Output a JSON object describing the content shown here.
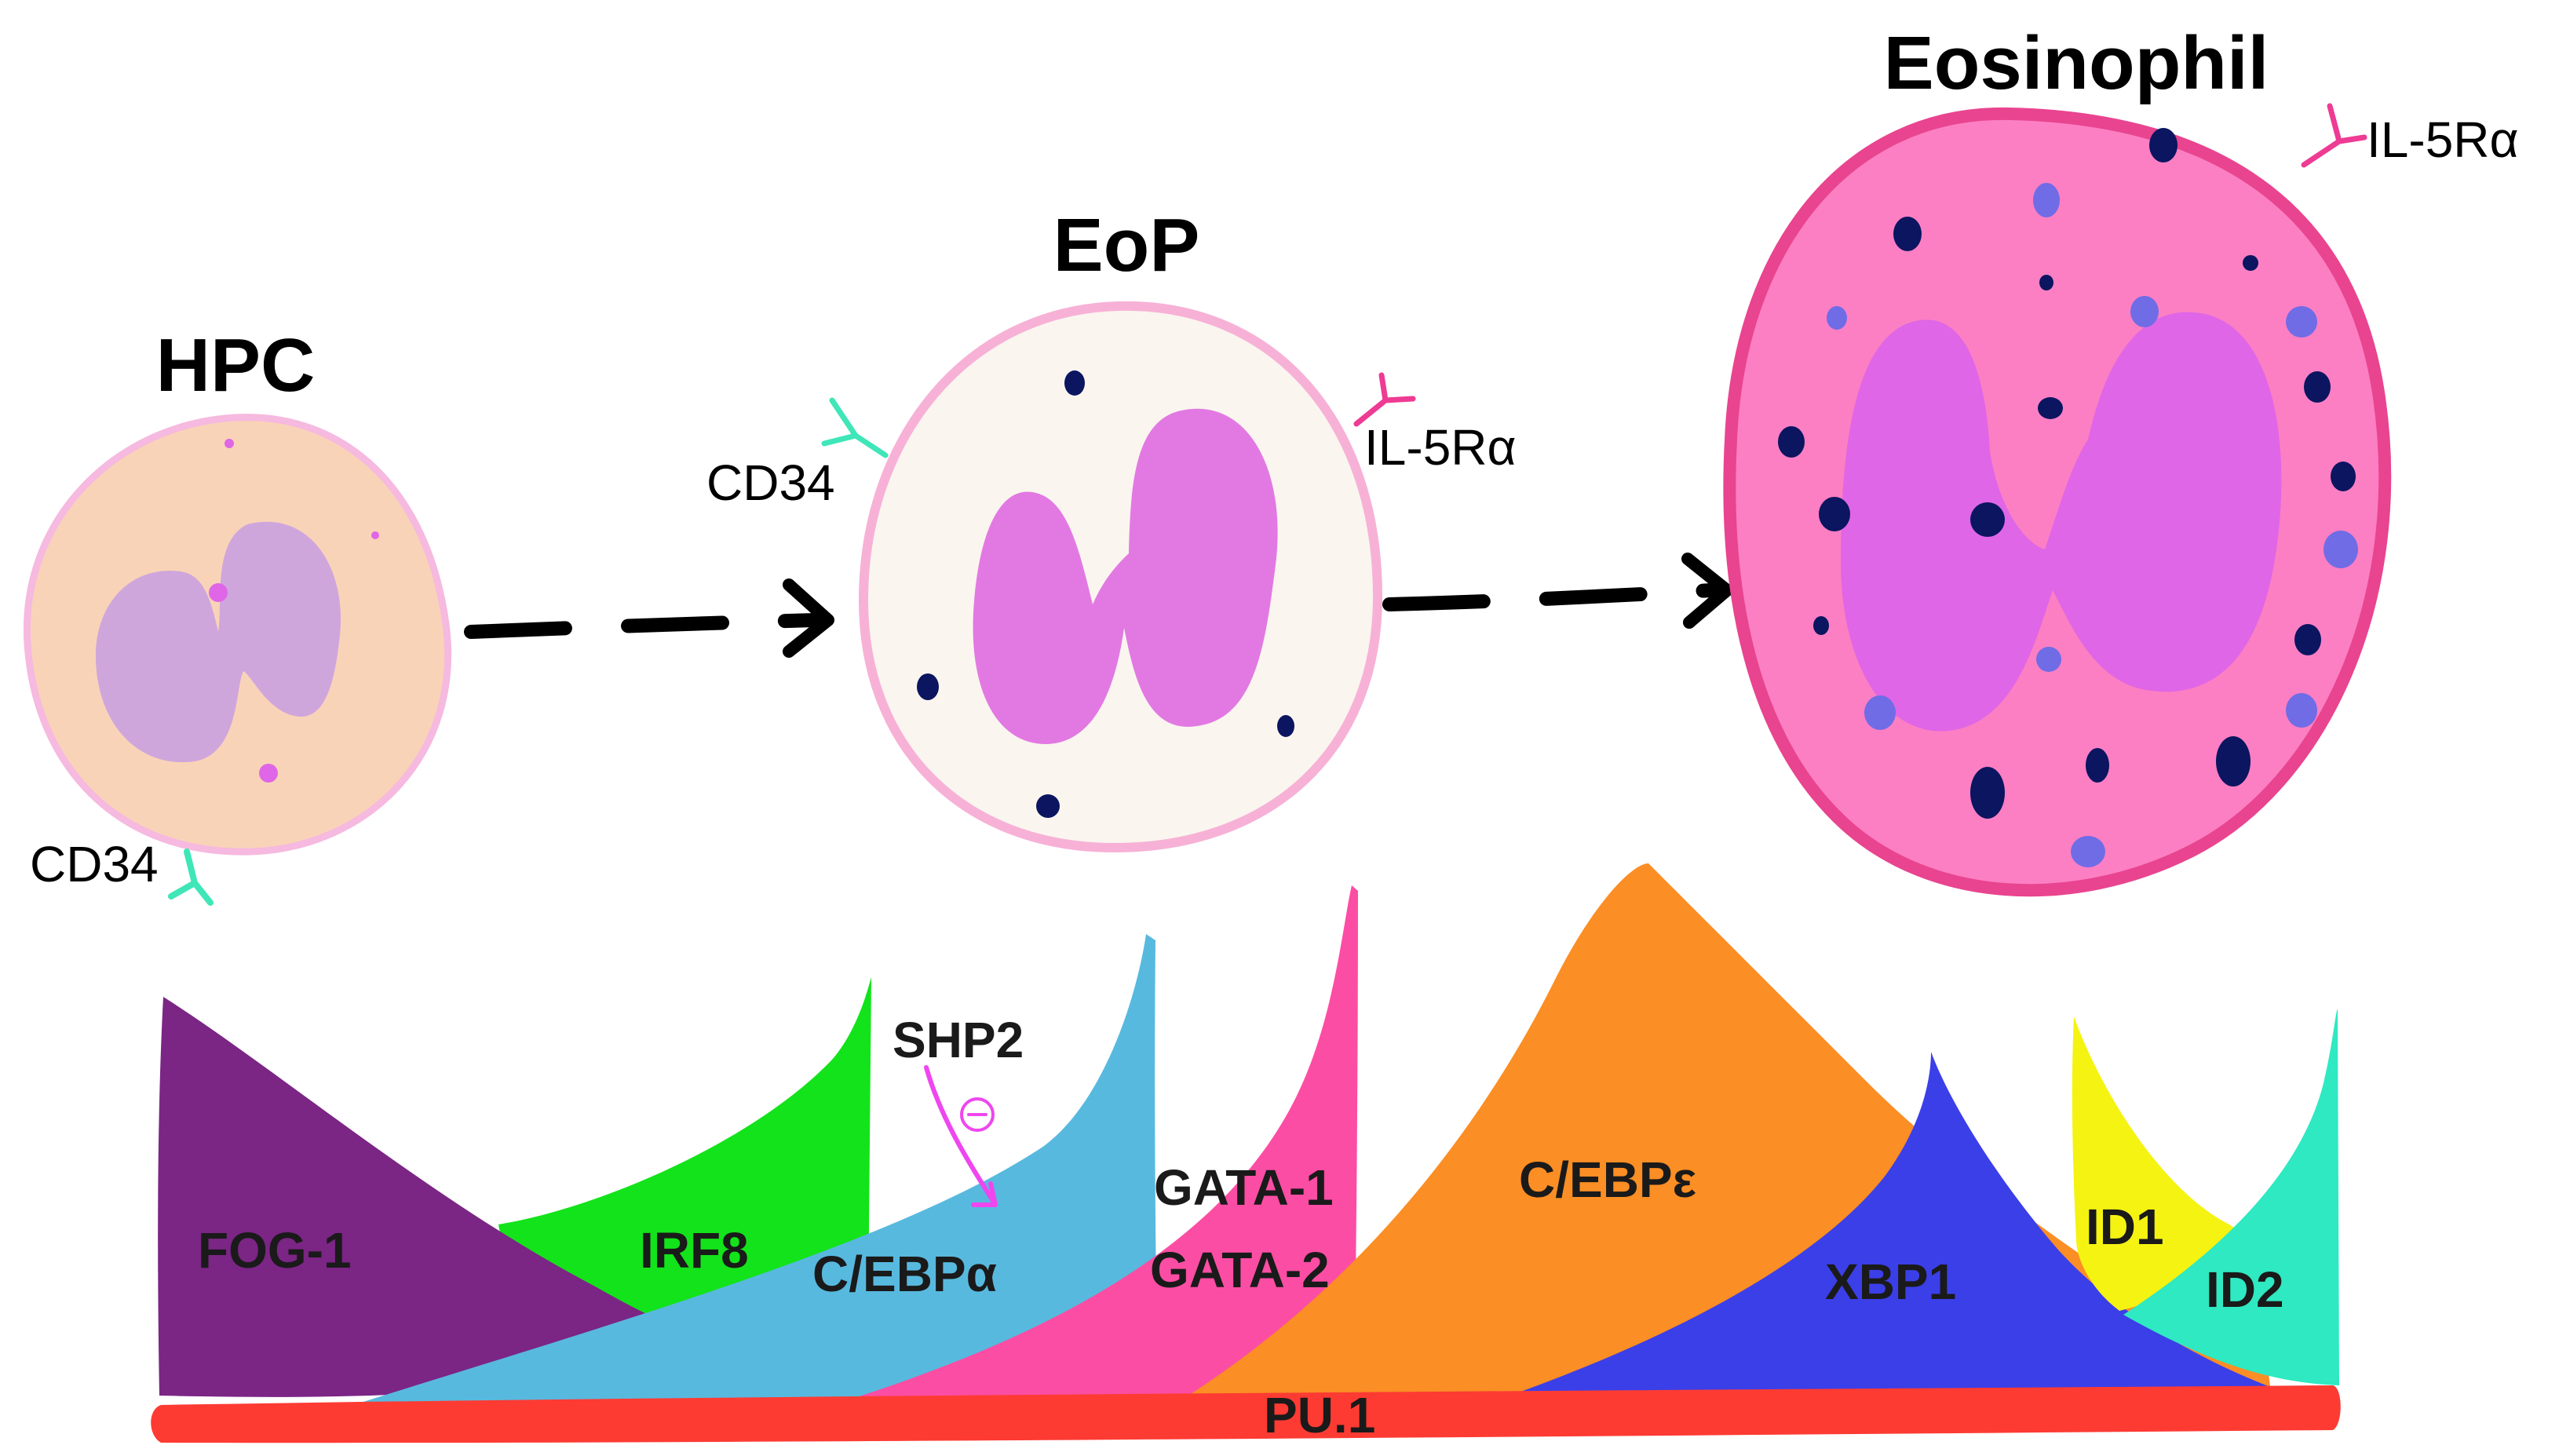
{
  "cells": {
    "hpc": {
      "title": "HPC",
      "marker": "CD34"
    },
    "eop": {
      "title": "EoP",
      "marker_left": "CD34",
      "marker_right": "IL-5Rα"
    },
    "eosinophil": {
      "title": "Eosinophil",
      "marker": "IL-5Rα"
    }
  },
  "factors": {
    "fog1": "FOG-1",
    "irf8": "IRF8",
    "shp2": "SHP2",
    "shp2_sign": "⊖",
    "cebpa": "C/EBPα",
    "gata1": "GATA-1",
    "gata2": "GATA-2",
    "cebpe": "C/EBPε",
    "xbp1": "XBP1",
    "id1": "ID1",
    "id2": "ID2",
    "pu1": "PU.1"
  },
  "colors": {
    "hpc_body": "#f9d3b8",
    "hpc_nucleus": "#cfa6dc",
    "eop_body": "#faf5ef",
    "eop_nucleus": "#e279e2",
    "eos_body": "#fc7fc3",
    "eos_nucleus": "#df66e6",
    "granule_dark": "#0b1560",
    "granule_light": "#6f6ce6",
    "cd34_receptor": "#3fe6b8",
    "il5r_receptor": "#ee3b93",
    "fog1": "#7b2585",
    "irf8": "#13e31a",
    "cebpa": "#58b9df",
    "gata": "#fc4da4",
    "cebpe": "#fb8e24",
    "xbp1": "#3b3fe8",
    "id1": "#f5f311",
    "id2": "#2ee9c1",
    "pu1": "#fd3b33"
  }
}
